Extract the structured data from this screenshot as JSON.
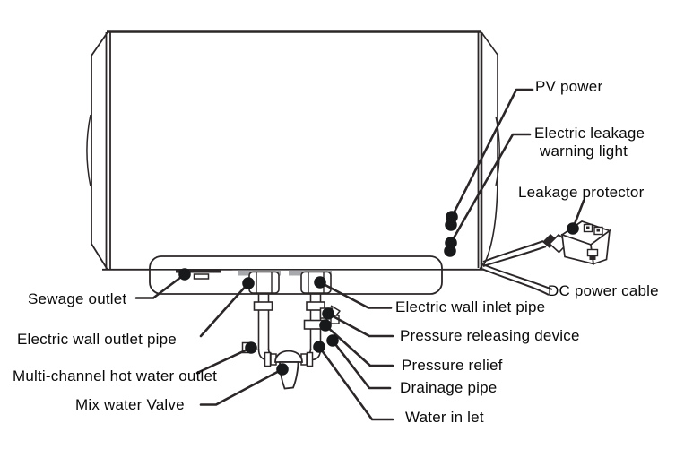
{
  "diagram": {
    "subject": "Electric water heater labeled parts diagram",
    "labels": {
      "pv_power": "PV power",
      "electric_leakage_warning_light_line1": "Electric leakage",
      "electric_leakage_warning_light_line2": "warning light",
      "leakage_protector": "Leakage protector",
      "dc_power_cable": "DC power cable",
      "sewage_outlet": "Sewage outlet",
      "electric_wall_outlet_pipe": "Electric wall outlet pipe",
      "multi_channel_hot_water_outlet": "Multi-channel hot water outlet",
      "mix_water_valve": "Mix water Valve",
      "electric_wall_inlet_pipe": "Electric wall inlet pipe",
      "pressure_releasing_device": "Pressure releasing device",
      "pressure_relief": "Pressure relief",
      "drainage_pipe": "Drainage pipe",
      "water_inlet": "Water in let"
    },
    "colors": {
      "line": "#2b2627",
      "dot": "#18191b",
      "shade": "#a7a9ac",
      "background": "#ffffff"
    }
  }
}
